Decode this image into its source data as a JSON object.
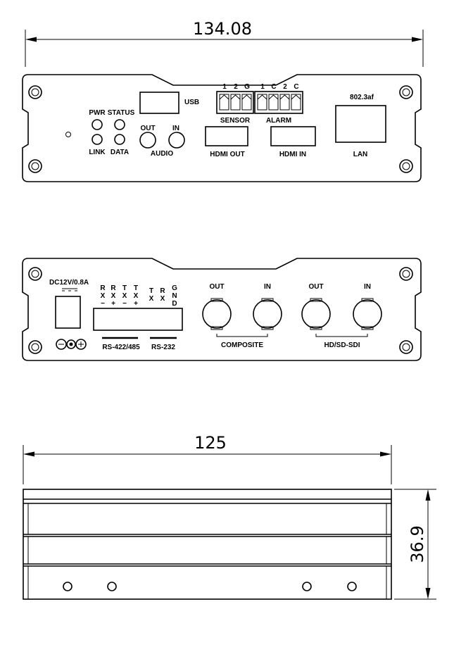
{
  "dimensions": {
    "top_width": "134.08",
    "bottom_length": "125",
    "bottom_height": "36.9"
  },
  "front_panel": {
    "usb": "USB",
    "pwr": "PWR",
    "status": "STATUS",
    "link": "LINK",
    "data": "DATA",
    "audio_out": "OUT",
    "audio_in": "IN",
    "audio": "AUDIO",
    "sensor_pins": [
      "1",
      "2",
      "G"
    ],
    "alarm_pins": [
      "1",
      "C",
      "2",
      "C"
    ],
    "sensor": "SENSOR",
    "alarm": "ALARM",
    "hdmi_out": "HDMI OUT",
    "hdmi_in": "HDMI IN",
    "poe": "802.3af",
    "lan": "LAN"
  },
  "rear_panel": {
    "dc": "DC12V/0.8A",
    "serial_cols": [
      [
        "R",
        "X",
        "−"
      ],
      [
        "R",
        "X",
        "+"
      ],
      [
        "T",
        "X",
        "−"
      ],
      [
        "T",
        "X",
        "+"
      ],
      [
        "T",
        "X"
      ],
      [
        "R",
        "X"
      ],
      [
        "G",
        "N",
        "D"
      ]
    ],
    "rs422": "RS-422/485",
    "rs232": "RS-232",
    "comp_out": "OUT",
    "comp_in": "IN",
    "composite": "COMPOSITE",
    "sdi_out": "OUT",
    "sdi_in": "IN",
    "sdi": "HD/SD-SDI"
  }
}
